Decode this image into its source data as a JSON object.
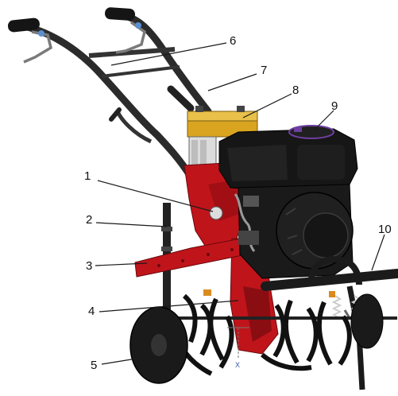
{
  "callouts": [
    {
      "id": "1",
      "text": "1"
    },
    {
      "id": "2",
      "text": "2"
    },
    {
      "id": "3",
      "text": "3"
    },
    {
      "id": "4",
      "text": "4"
    },
    {
      "id": "5",
      "text": "5"
    },
    {
      "id": "6",
      "text": "6"
    },
    {
      "id": "7",
      "text": "7"
    },
    {
      "id": "8",
      "text": "8"
    },
    {
      "id": "9",
      "text": "9"
    },
    {
      "id": "10",
      "text": "10"
    }
  ],
  "axis_marker": {
    "text": "X"
  },
  "colors": {
    "frame_red": "#c0141b",
    "frame_red_dark": "#8a0d12",
    "engine_black": "#151515",
    "handle_dark": "#2a2a2a",
    "battery_gold": "#d9a520",
    "steel_grey": "#9a9a9a",
    "cap_purple": "#6d3fa0"
  }
}
